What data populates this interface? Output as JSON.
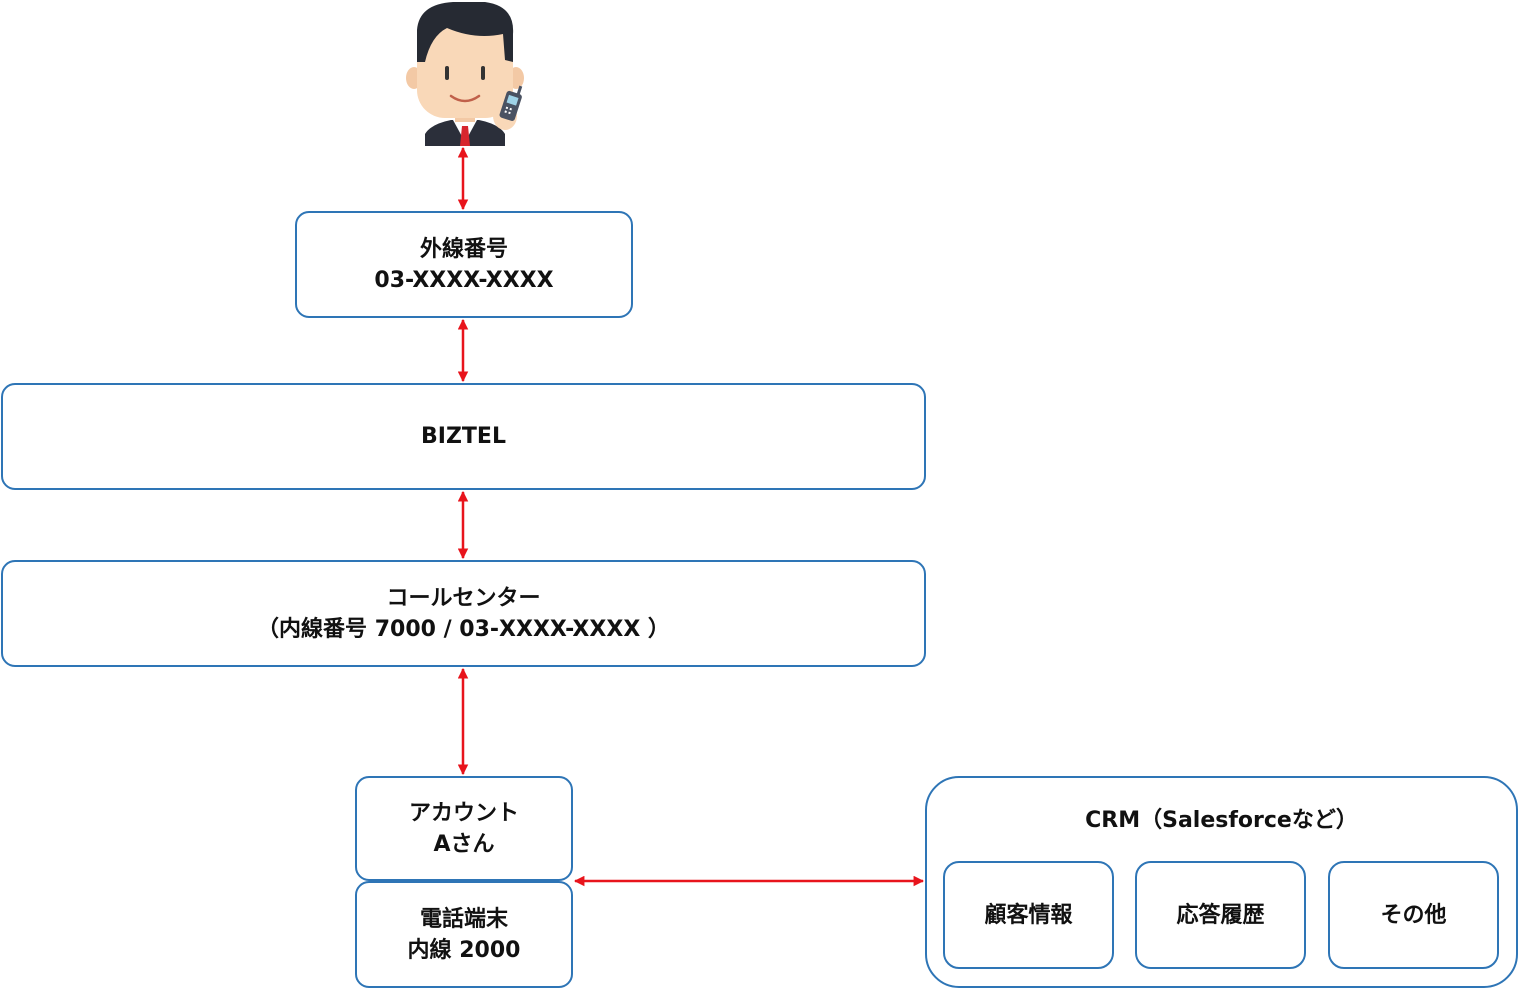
{
  "colors": {
    "box_border": "#2e75b6",
    "arrow": "#e8141c",
    "text": "#111111",
    "background": "#ffffff"
  },
  "icons": {
    "caller": "businessman-with-mobile-phone-icon",
    "connector": "double-headed-arrow"
  },
  "outer_line": {
    "line1": "外線番号",
    "line2": "03-XXXX-XXXX"
  },
  "biztel": {
    "label": "BIZTEL"
  },
  "call_center": {
    "line1": "コールセンター",
    "line2": "（内線番号 7000 / 03-XXXX-XXXX ）"
  },
  "account": {
    "line1": "アカウント",
    "line2": "Aさん"
  },
  "phone": {
    "line1": "電話端末",
    "line2": "内線 2000"
  },
  "crm": {
    "title": "CRM（Salesforceなど）",
    "items": [
      {
        "label": "顧客情報"
      },
      {
        "label": "応答履歴"
      },
      {
        "label": "その他"
      }
    ]
  }
}
